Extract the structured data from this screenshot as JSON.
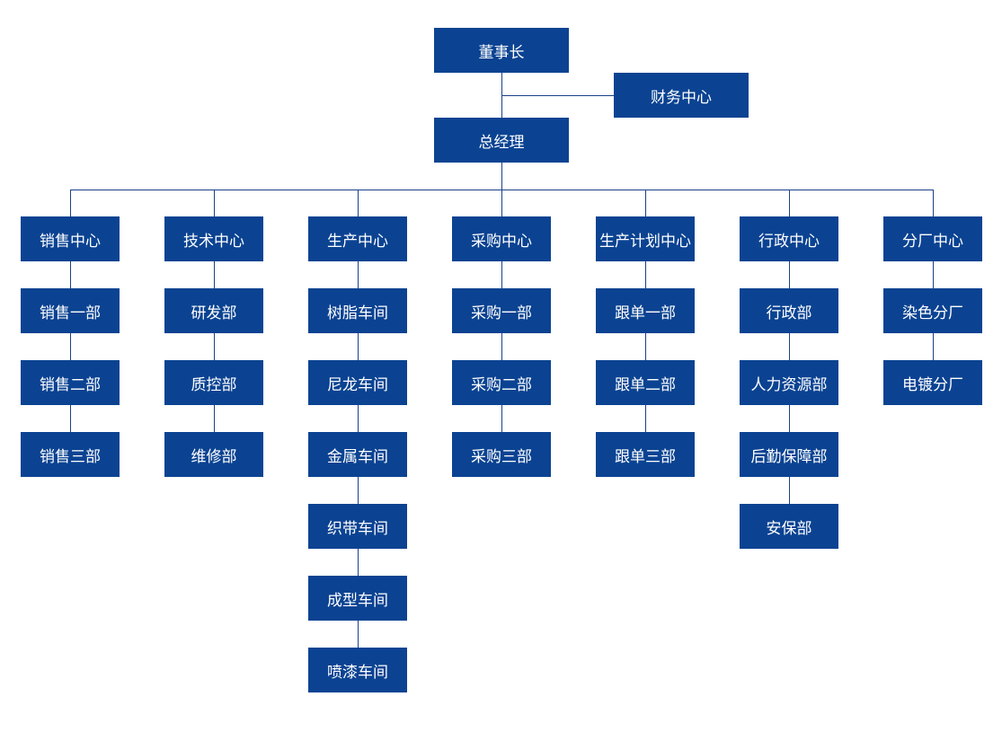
{
  "chairman": "董事长",
  "finance": "财务中心",
  "gm": "总经理",
  "centers": [
    {
      "name": "销售中心",
      "departments": [
        "销售一部",
        "销售二部",
        "销售三部"
      ]
    },
    {
      "name": "技术中心",
      "departments": [
        "研发部",
        "质控部",
        "维修部"
      ]
    },
    {
      "name": "生产中心",
      "departments": [
        "树脂车间",
        "尼龙车间",
        "金属车间",
        "织带车间",
        "成型车间",
        "喷漆车间"
      ]
    },
    {
      "name": "采购中心",
      "departments": [
        "采购一部",
        "采购二部",
        "采购三部"
      ]
    },
    {
      "name": "生产计划中心",
      "departments": [
        "跟单一部",
        "跟单二部",
        "跟单三部"
      ]
    },
    {
      "name": "行政中心",
      "departments": [
        "行政部",
        "人力资源部",
        "后勤保障部",
        "安保部"
      ]
    },
    {
      "name": "分厂中心",
      "departments": [
        "染色分厂",
        "电镀分厂"
      ]
    }
  ],
  "colors": {
    "box": "#0b4392",
    "line": "#1a4088",
    "text": "#ffffff"
  }
}
